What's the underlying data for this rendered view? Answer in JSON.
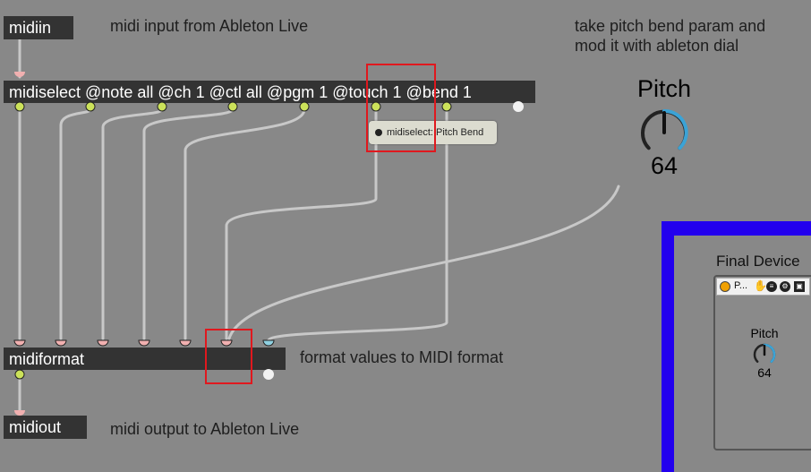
{
  "objects": {
    "midiin": "midiin",
    "midiselect": "midiselect @note all @ch 1 @ctl all @pgm 1 @touch 1 @bend 1",
    "midiformat": "midiformat",
    "midiout": "midiout"
  },
  "comments": {
    "midi_input": "midi input from Ableton Live",
    "pitch_bend_note": "take pitch bend param and mod it with ableton dial",
    "format_values": "format values to MIDI format",
    "midi_output": "midi output to Ableton Live"
  },
  "tooltip": {
    "text": "midiselect: Pitch Bend"
  },
  "pitch_dial": {
    "label": "Pitch",
    "value": 64,
    "range_max": 127
  },
  "device": {
    "title": "Final Device",
    "header_short": "P...",
    "dial_label": "Pitch",
    "dial_value": 64
  },
  "colors": {
    "patch_background": "#888888",
    "object_fill": "#333333",
    "highlight": "#e0181e",
    "device_frame": "#2200ee",
    "dial_arc": "#3ba3d6"
  }
}
